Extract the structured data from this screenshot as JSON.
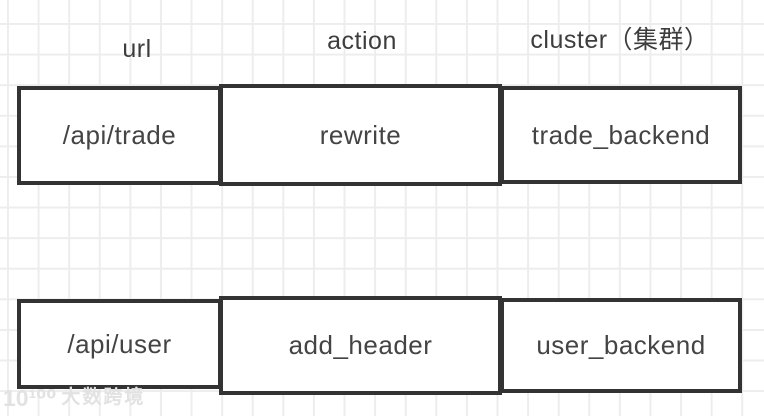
{
  "table": {
    "columns": [
      {
        "key": "url",
        "label": "url"
      },
      {
        "key": "action",
        "label": "action"
      },
      {
        "key": "cluster",
        "label": "cluster（集群）"
      }
    ],
    "rows": [
      {
        "url": "/api/trade",
        "action": "rewrite",
        "cluster": "trade_backend"
      },
      {
        "url": "/api/user",
        "action": "add_header",
        "cluster": "user_backend"
      }
    ]
  },
  "watermark": {
    "logo": "10¹⁰⁰",
    "text": "大数跨境"
  },
  "colors": {
    "border": "#333333",
    "cell_text": "#444444",
    "header_text": "#3d3d3d",
    "grid_line": "#ededed",
    "canvas_bg": "#ffffff",
    "watermark": "#e2e2e2"
  }
}
